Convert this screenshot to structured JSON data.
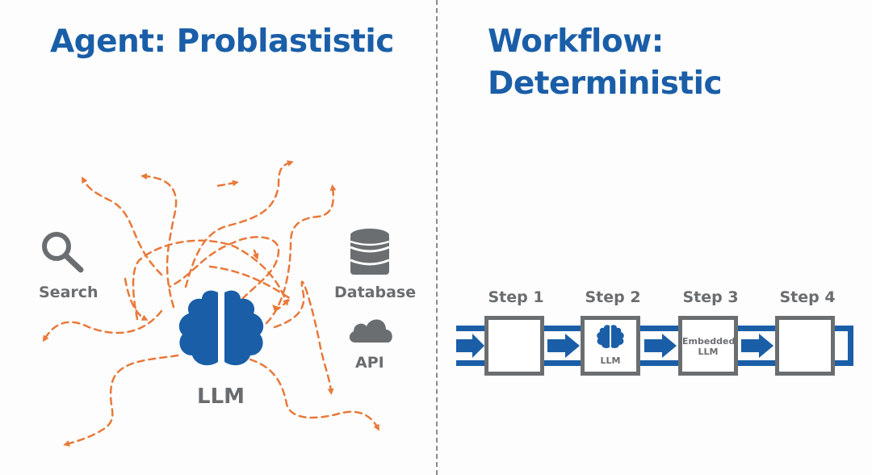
{
  "left_panel": {
    "title": "Agent: Problastistic",
    "tools": {
      "search": {
        "label": "Search",
        "icon": "search-icon"
      },
      "database": {
        "label": "Database",
        "icon": "database-icon"
      },
      "api": {
        "label": "API",
        "icon": "cloud-icon"
      }
    },
    "center": {
      "label": "LLM",
      "icon": "brain-icon"
    }
  },
  "right_panel": {
    "title_line1": "Workflow:",
    "title_line2": "Deterministic",
    "steps": [
      {
        "label": "Step 1",
        "content": ""
      },
      {
        "label": "Step 2",
        "content": "LLM",
        "icon": "brain-icon"
      },
      {
        "label": "Step 3",
        "content_line1": "Embedded",
        "content_line2": "LLM"
      },
      {
        "label": "Step 4",
        "content": ""
      }
    ]
  },
  "colors": {
    "title_blue": "#1a5ea8",
    "brain_blue": "#1a5ea8",
    "path_orange": "#e8793a",
    "icon_gray": "#6b6e71"
  }
}
